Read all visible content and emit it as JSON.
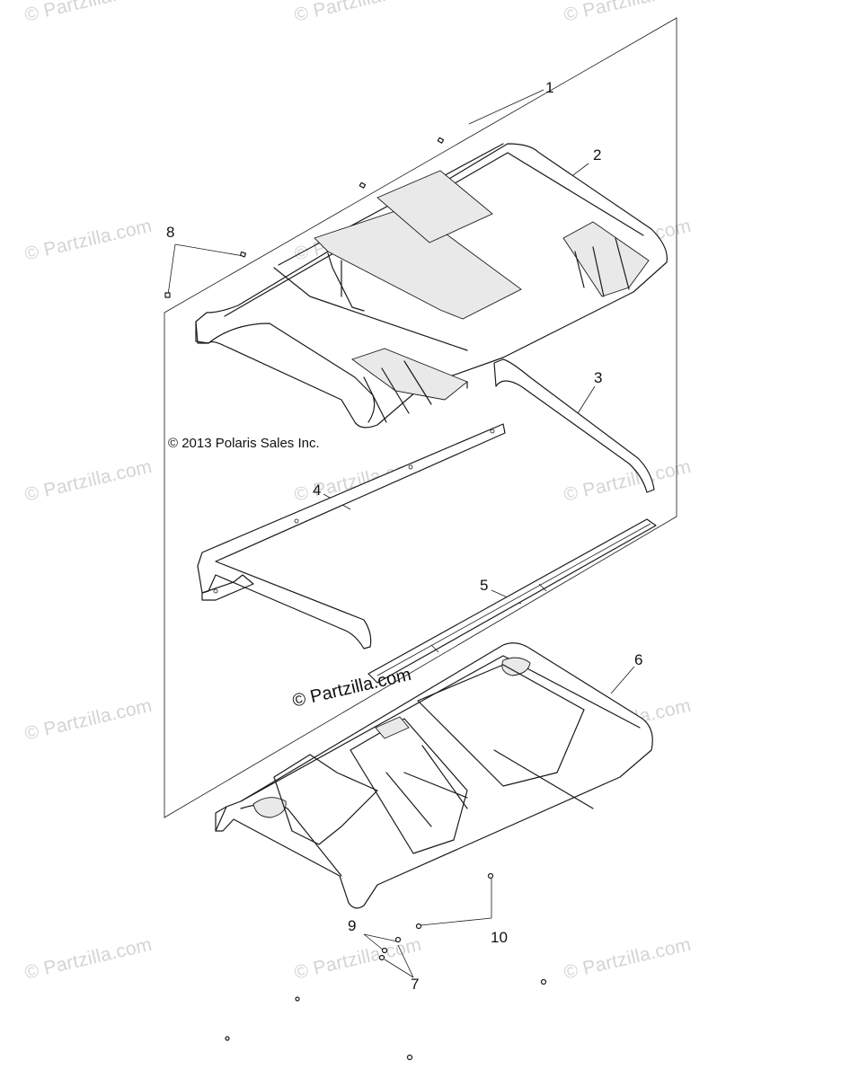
{
  "watermark": {
    "text": "© Partzilla.com"
  },
  "copyright": "© 2013 Polaris Sales Inc.",
  "center_watermark": "© Partzilla.com",
  "callouts": {
    "c1": "1",
    "c2": "2",
    "c3": "3",
    "c4": "4",
    "c5": "5",
    "c6": "6",
    "c7": "7",
    "c8": "8",
    "c9": "9",
    "c10": "10"
  },
  "colors": {
    "line": "#1a1a1a",
    "watermark": "#d4d4d4",
    "background": "#ffffff"
  }
}
